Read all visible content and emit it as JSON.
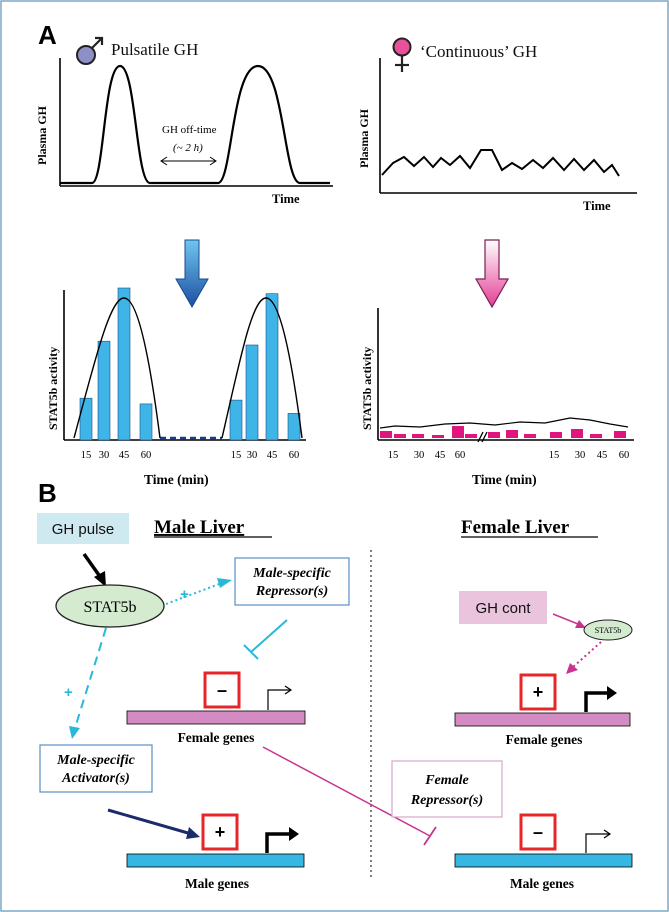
{
  "panel_a": {
    "letter": "A",
    "male": {
      "title": "Pulsatile GH",
      "ylabel": "Plasma GH",
      "xlabel": "Time",
      "offtime_label": "GH off-time",
      "offtime_value": "(~ 2 h)"
    },
    "female": {
      "title": "‘Continuous’ GH",
      "ylabel": "Plasma GH",
      "xlabel": "Time"
    },
    "male_bars": {
      "ylabel": "STAT5b activity",
      "xlabel": "Time (min)",
      "ticks": [
        "15",
        "30",
        "45",
        "60",
        "15",
        "30",
        "45",
        "60"
      ],
      "values": [
        0.22,
        0.52,
        0.8,
        0.19,
        0.21,
        0.5,
        0.77,
        0.14
      ],
      "bar_color": "#3fb4e6"
    },
    "female_bars": {
      "ylabel": "STAT5b activity",
      "xlabel": "Time (min)",
      "ticks": [
        "15",
        "30",
        "45",
        "60",
        "15",
        "30",
        "45",
        "60"
      ],
      "bar_color": "#e0157e"
    }
  },
  "panel_b": {
    "letter": "B",
    "male_title": "Male Liver",
    "female_title": "Female Liver",
    "gh_pulse": "GH pulse",
    "stat5b": "STAT5b",
    "stat5b_small": "STAT5b",
    "male_repressor": [
      "Male-specific",
      "Repressor(s)"
    ],
    "male_activator": [
      "Male-specific",
      "Activator(s)"
    ],
    "female_repressor": [
      "Female",
      "Repressor(s)"
    ],
    "gh_cont": "GH cont",
    "plus": "+",
    "minus": "–",
    "female_genes": "Female genes",
    "male_genes": "Male genes",
    "colors": {
      "cyan": "#29b8d8",
      "magenta": "#c8338f",
      "navy": "#1b2a6b",
      "pink_bar": "#d48bc3",
      "blue_bar": "#36b7e3",
      "red_box": "#e8262a",
      "stat5b_fill": "#d4ebd0",
      "gh_pulse_fill": "#cfe9f0",
      "gh_cont_fill": "#e9c4dc"
    }
  }
}
